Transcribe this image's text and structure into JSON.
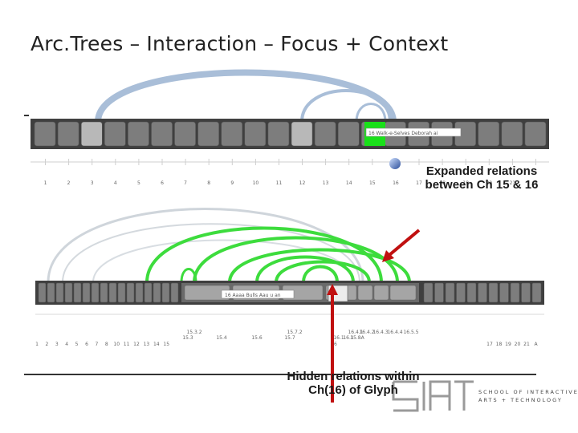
{
  "slide": {
    "title": "Arc.Trees – Interaction – Focus + Context"
  },
  "top_bar": {
    "focus_label": "16 Walk-e-Selves Deborah ai",
    "chapters": [
      "1",
      "2",
      "3",
      "4",
      "5",
      "6",
      "7",
      "8",
      "9",
      "10",
      "11",
      "12",
      "13",
      "14",
      "15",
      "16",
      "17",
      "18",
      "19",
      "20",
      "21",
      "A"
    ]
  },
  "bottom_bar": {
    "section_label": "16 Aaaa Bulls Aau u an",
    "left_chapters": [
      "1",
      "2",
      "3",
      "4",
      "5",
      "6",
      "7",
      "8",
      "10",
      "11",
      "12",
      "13",
      "14",
      "15"
    ],
    "right_chapters": [
      "17",
      "18",
      "19",
      "20",
      "21",
      "A"
    ],
    "section_ticks_row1": [
      "15.3.2",
      "15.7.2",
      "16.4.1",
      "16.4.2",
      "16.4.3",
      "16.4.4",
      "16.5.5"
    ],
    "section_ticks_row2": [
      "15.3",
      "15.4",
      "15.6",
      "15.7",
      "16.1",
      "16.1",
      "15.8A"
    ],
    "section_ticks_row3": [
      "16"
    ]
  },
  "annotations": {
    "expanded": "Expanded relations between Ch 15 & 16",
    "hidden": "Hidden relations within Ch(16) of Glyph"
  },
  "logo": {
    "line1": "SCHOOL OF INTERACTIVE",
    "line2": "ARTS + TECHNOLOGY"
  },
  "colors": {
    "arc_blue": "#a9bed8",
    "arc_green": "#3ddc3d",
    "focus_green": "#19e019",
    "arrow_red": "#c01010",
    "bar_dark": "#3f3f3f",
    "cell_gray": "#7d7d7d"
  }
}
